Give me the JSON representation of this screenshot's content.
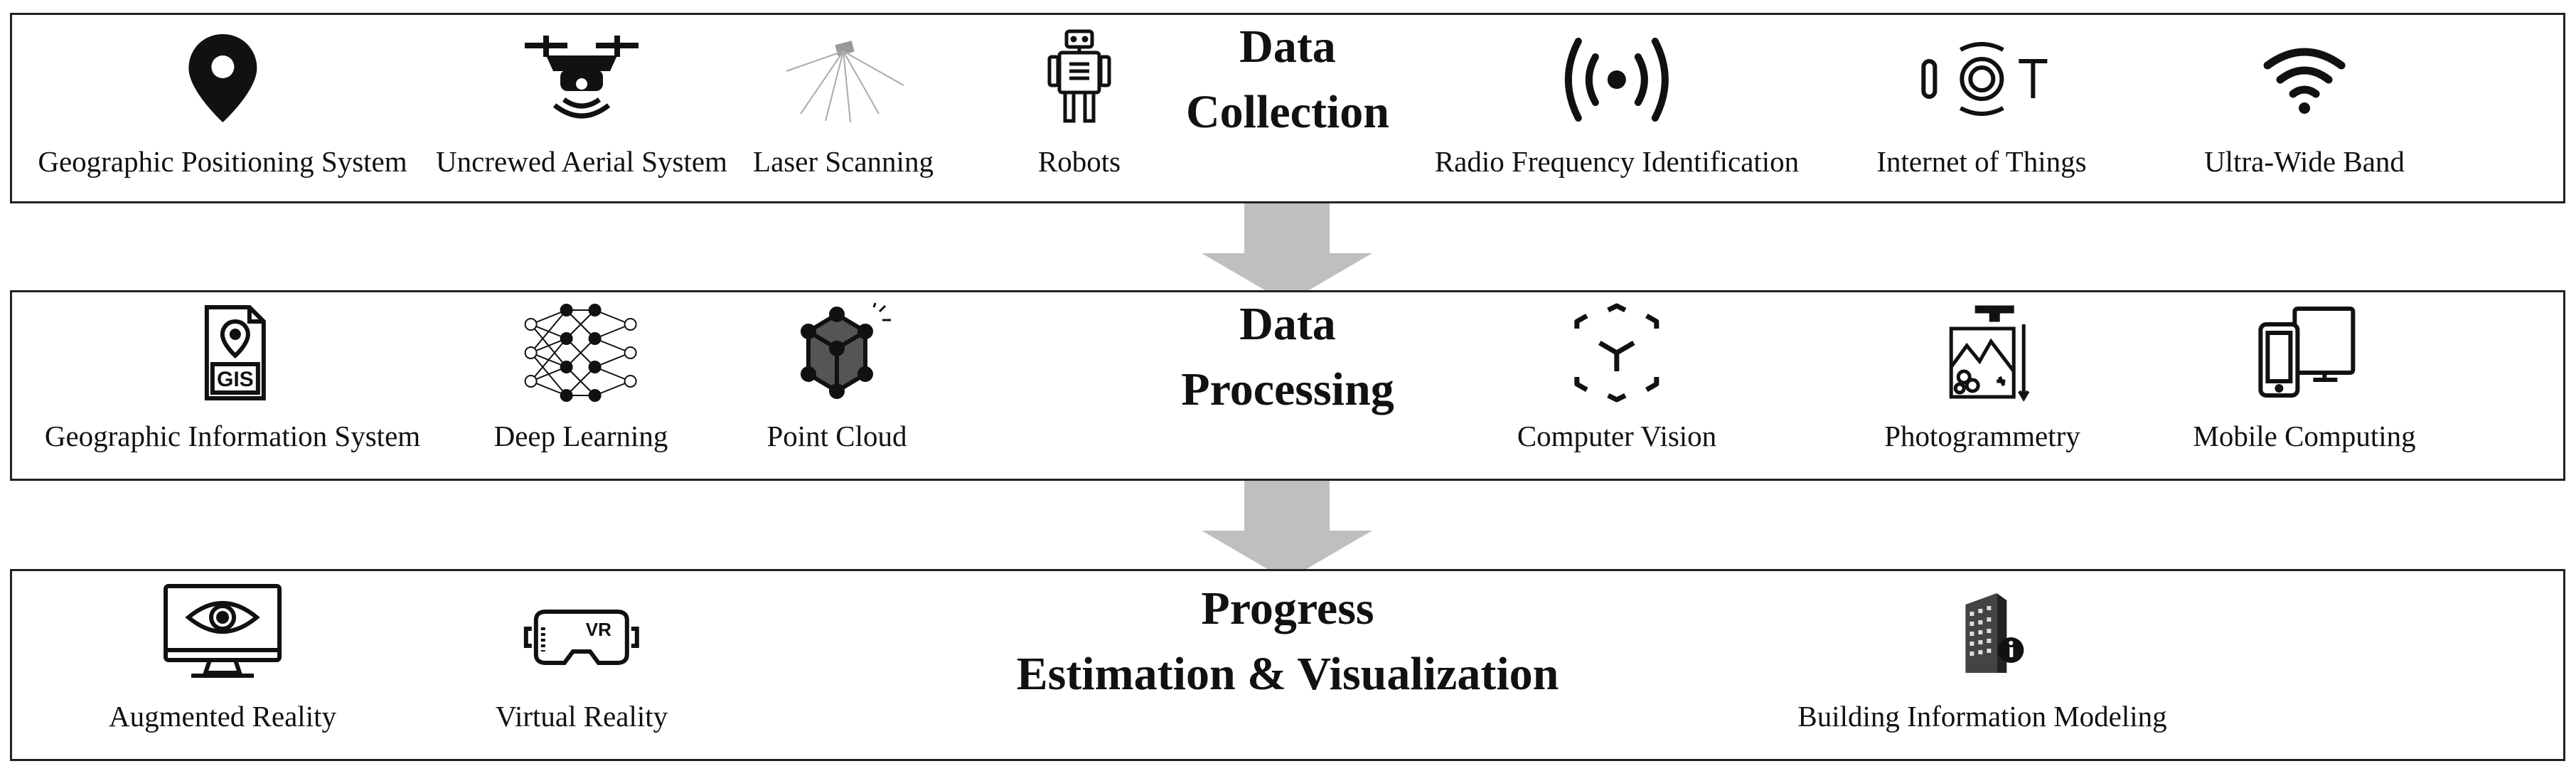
{
  "stages": {
    "collection": {
      "title_line1": "Data",
      "title_line2": "Collection",
      "items": [
        {
          "label": "Geographic Positioning System",
          "icon": "map-pin-icon"
        },
        {
          "label": "Uncrewed Aerial System",
          "icon": "drone-icon"
        },
        {
          "label": "Laser Scanning",
          "icon": "laser-scanner-icon"
        },
        {
          "label": "Robots",
          "icon": "robot-icon"
        },
        {
          "label": "Radio Frequency Identification",
          "icon": "rfid-signal-icon"
        },
        {
          "label": "Internet of Things",
          "icon": "iot-icon"
        },
        {
          "label": "Ultra-Wide Band",
          "icon": "wifi-icon"
        }
      ]
    },
    "processing": {
      "title_line1": "Data",
      "title_line2": "Processing",
      "items": [
        {
          "label": "Geographic Information System",
          "icon": "gis-file-icon",
          "badge": "GIS"
        },
        {
          "label": "Deep Learning",
          "icon": "neural-network-icon"
        },
        {
          "label": "Point Cloud",
          "icon": "point-cloud-cube-icon"
        },
        {
          "label": "Computer Vision",
          "icon": "computer-vision-cube-icon"
        },
        {
          "label": "Photogrammetry",
          "icon": "photogrammetry-icon"
        },
        {
          "label": "Mobile Computing",
          "icon": "mobile-devices-icon"
        }
      ]
    },
    "estimation": {
      "title_line1": "Progress",
      "title_line2": "Estimation & Visualization",
      "items": [
        {
          "label": "Augmented Reality",
          "icon": "monitor-eye-icon"
        },
        {
          "label": "Virtual Reality",
          "icon": "vr-headset-icon",
          "badge": "VR"
        },
        {
          "label": "Building Information Modeling",
          "icon": "building-info-icon"
        }
      ]
    }
  },
  "colors": {
    "arrow": "#bfbfbf",
    "border": "#222222",
    "icon": "#111111"
  }
}
